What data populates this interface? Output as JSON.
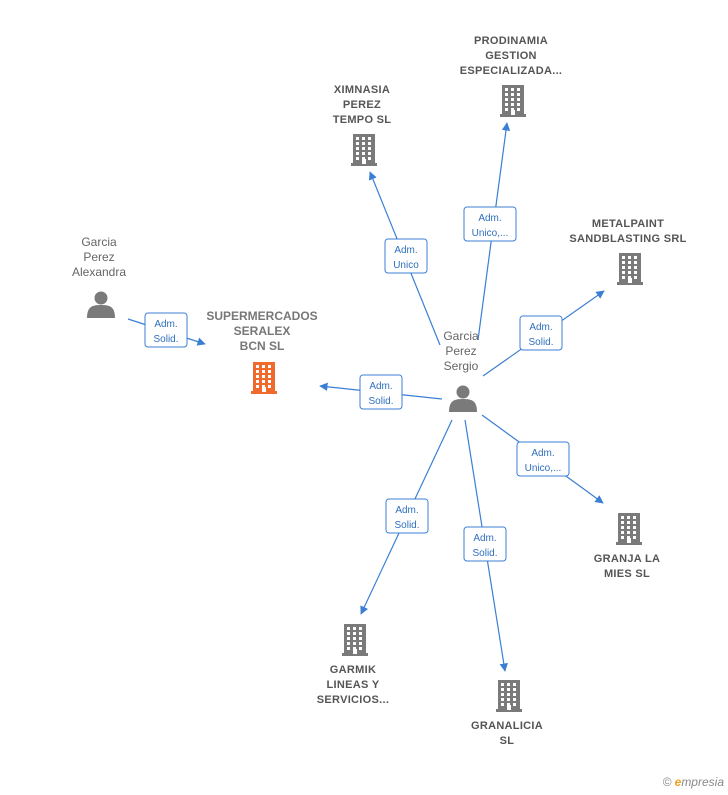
{
  "colors": {
    "edge": "#3b7fd4",
    "building": "#7a7a7a",
    "focus_building": "#f06a2e",
    "person": "#7a7a7a"
  },
  "footer": {
    "copyright": "©",
    "brand_initial": "e",
    "brand_rest": "mpresia"
  },
  "nodes": [
    {
      "id": "garcia_alexandra",
      "type": "person",
      "lines": [
        "Garcia",
        "Perez",
        "Alexandra"
      ]
    },
    {
      "id": "supermercados",
      "type": "focus-company",
      "lines": [
        "SUPERMERCADOS",
        "SERALEX",
        "BCN  SL"
      ]
    },
    {
      "id": "garcia_sergio",
      "type": "person",
      "lines": [
        "Garcia",
        "Perez",
        "Sergio"
      ]
    },
    {
      "id": "ximnasia",
      "type": "company",
      "lines": [
        "XIMNASIA",
        "PEREZ",
        "TEMPO  SL"
      ]
    },
    {
      "id": "prodinamia",
      "type": "company",
      "lines": [
        "PRODINAMIA",
        "GESTION",
        "ESPECIALIZADA..."
      ]
    },
    {
      "id": "metalpaint",
      "type": "company",
      "lines": [
        "METALPAINT",
        "SANDBLASTING SRL"
      ]
    },
    {
      "id": "granja",
      "type": "company",
      "lines": [
        "GRANJA LA",
        "MIES  SL"
      ]
    },
    {
      "id": "granalicia",
      "type": "company",
      "lines": [
        "GRANALICIA",
        "SL"
      ]
    },
    {
      "id": "garmik",
      "type": "company",
      "lines": [
        "GARMIK",
        "LINEAS Y",
        "SERVICIOS..."
      ]
    }
  ],
  "edges": [
    {
      "from": "garcia_alexandra",
      "to": "supermercados",
      "label": [
        "Adm.",
        "Solid."
      ]
    },
    {
      "from": "garcia_sergio",
      "to": "supermercados",
      "label": [
        "Adm.",
        "Solid."
      ]
    },
    {
      "from": "garcia_sergio",
      "to": "ximnasia",
      "label": [
        "Adm.",
        "Unico"
      ]
    },
    {
      "from": "garcia_sergio",
      "to": "prodinamia",
      "label": [
        "Adm.",
        "Unico,..."
      ]
    },
    {
      "from": "garcia_sergio",
      "to": "metalpaint",
      "label": [
        "Adm.",
        "Solid."
      ]
    },
    {
      "from": "garcia_sergio",
      "to": "granja",
      "label": [
        "Adm.",
        "Unico,..."
      ]
    },
    {
      "from": "garcia_sergio",
      "to": "granalicia",
      "label": [
        "Adm.",
        "Solid."
      ]
    },
    {
      "from": "garcia_sergio",
      "to": "garmik",
      "label": [
        "Adm.",
        "Solid."
      ]
    }
  ]
}
